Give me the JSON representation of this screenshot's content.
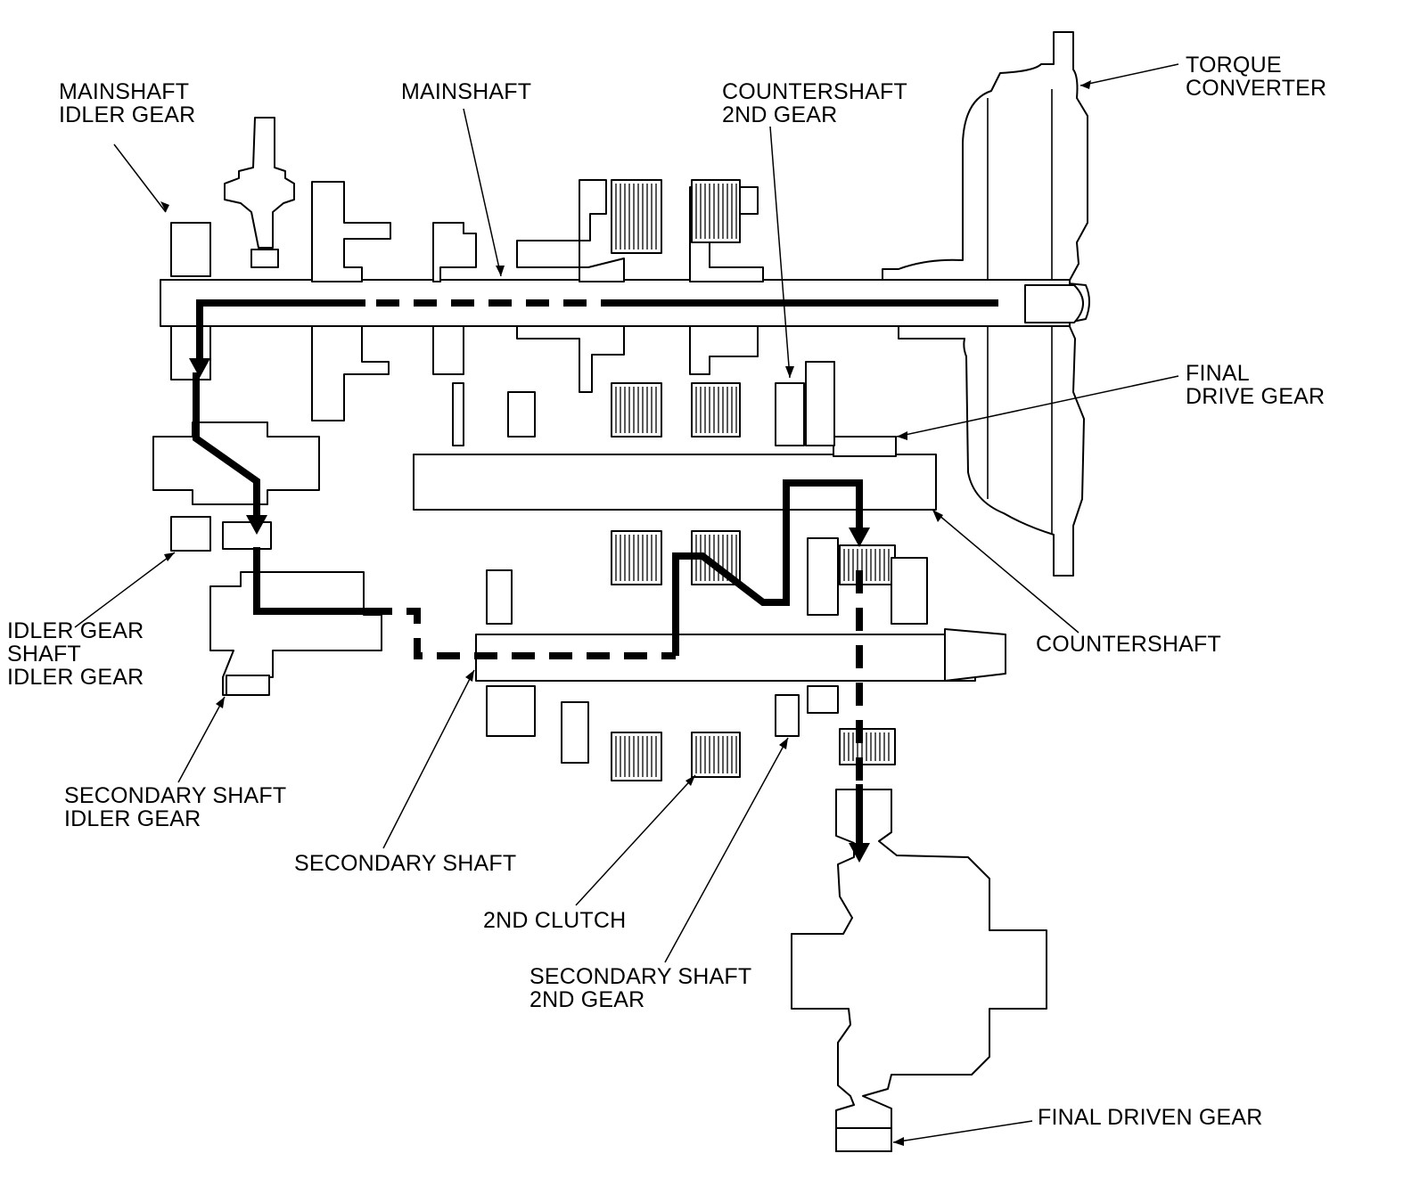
{
  "labels": {
    "mainshaft_idler_gear": [
      "MAINSHAFT",
      "IDLER GEAR"
    ],
    "mainshaft": [
      "MAINSHAFT"
    ],
    "countershaft_2nd_gear": [
      "COUNTERSHAFT",
      "2ND GEAR"
    ],
    "torque_converter": [
      "TORQUE",
      "CONVERTER"
    ],
    "final_drive_gear": [
      "FINAL",
      "DRIVE GEAR"
    ],
    "countershaft": [
      "COUNTERSHAFT"
    ],
    "idler_gear_shaft_idler_gear": [
      "IDLER GEAR",
      "SHAFT",
      "IDLER GEAR"
    ],
    "secondary_shaft_idler_gear": [
      "SECONDARY SHAFT",
      "IDLER GEAR"
    ],
    "secondary_shaft": [
      "SECONDARY SHAFT"
    ],
    "second_clutch": [
      "2ND CLUTCH"
    ],
    "secondary_shaft_2nd_gear": [
      "SECONDARY SHAFT",
      "2ND GEAR"
    ],
    "final_driven_gear": [
      "FINAL DRIVEN GEAR"
    ]
  }
}
